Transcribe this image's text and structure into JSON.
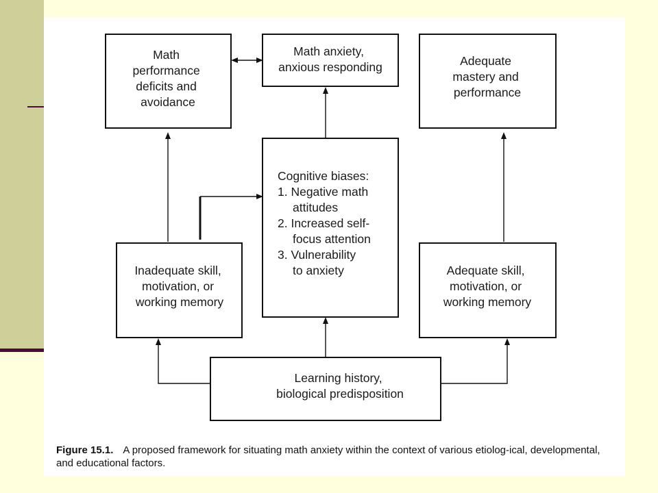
{
  "diagram": {
    "boxes": {
      "math_deficits": [
        "Math",
        "performance",
        "deficits and",
        "avoidance"
      ],
      "math_anxiety": [
        "Math anxiety,",
        "anxious responding"
      ],
      "adequate_mastery": [
        "Adequate",
        "mastery and",
        "performance"
      ],
      "cognitive_biases": [
        "Cognitive biases:",
        "1. Negative math",
        "attitudes",
        "2. Increased self-",
        "focus attention",
        "3. Vulnerability",
        "to anxiety"
      ],
      "inadequate_skill": [
        "Inadequate skill,",
        "motivation, or",
        "working memory"
      ],
      "adequate_skill": [
        "Adequate skill,",
        "motivation, or",
        "working memory"
      ],
      "learning_history": [
        "Learning history,",
        "biological predisposition"
      ]
    }
  },
  "caption": {
    "label": "Figure 15.1.",
    "text": "A proposed framework for situating math anxiety within the context of various etiolog-ical, developmental, and educational factors."
  }
}
